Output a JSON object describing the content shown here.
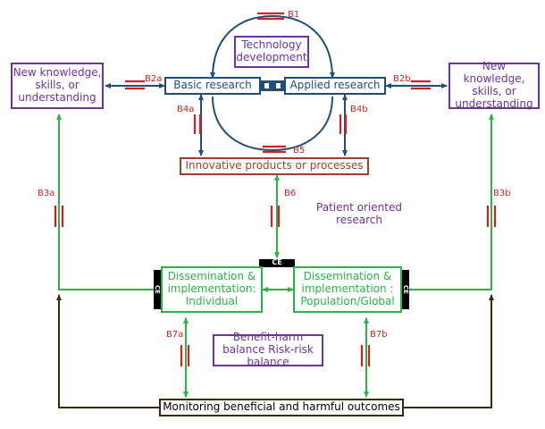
{
  "nodes": {
    "knowledge_left": "New knowledge, skills, or understanding",
    "knowledge_right": "New knowledge, skills, or understanding",
    "basic_research": "Basic research",
    "applied_research": "Applied research",
    "technology_development": "Technology development",
    "innovative_products": "Innovative products or processes",
    "patient_oriented": "Patient oriented research",
    "dissemination_individual": "Dissemination & implementation: Individual",
    "dissemination_population": "Dissemination & implementation : Population/Global",
    "benefit_harm": "Benefit-harm balance Risk-risk balance",
    "monitoring": "Monitoring beneficial and harmful outcomes"
  },
  "labels": {
    "b1": "B1",
    "b2a": "B2a",
    "b2b": "B2b",
    "b3a": "B3a",
    "b3b": "B3b",
    "b4a": "B4a",
    "b4b": "B4b",
    "b5": "B5",
    "b6": "B6",
    "b7a": "B7a",
    "b7b": "B7b"
  },
  "ce": {
    "top": "CE",
    "left": "CE",
    "right": "CE"
  },
  "colors": {
    "blue": "#1f4e79",
    "green": "#2bb34a",
    "purple": "#7030a0",
    "brown": "#a0402b",
    "red": "#d42020",
    "dark": "#3a2a10"
  }
}
